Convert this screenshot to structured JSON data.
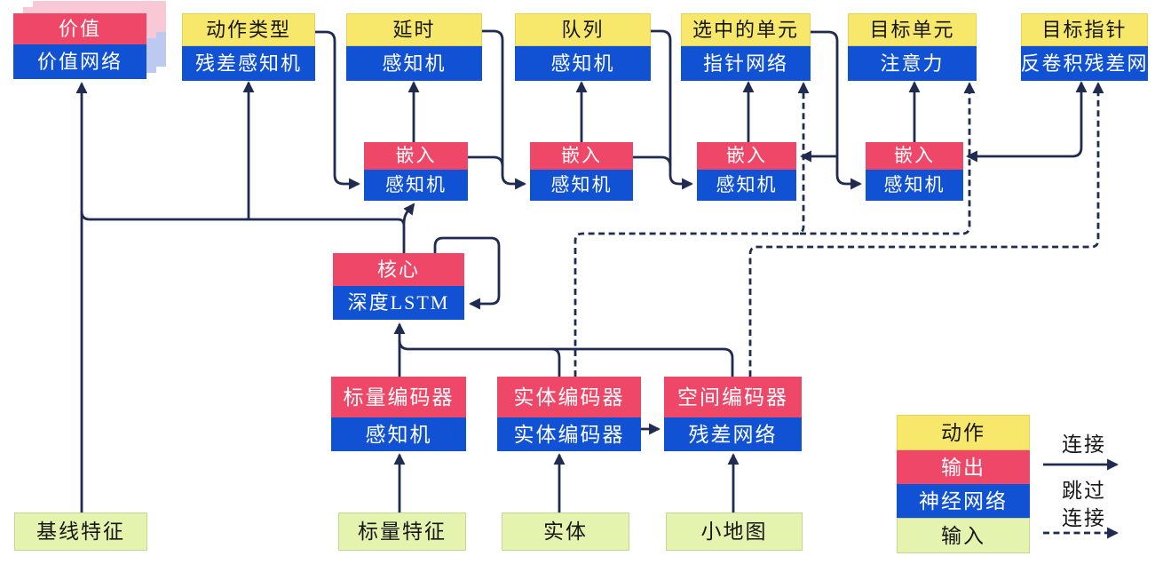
{
  "boxes": {
    "value": {
      "head": "价值",
      "net": "价值网络"
    },
    "action_type": {
      "head": "动作类型",
      "net": "残差感知机"
    },
    "delay": {
      "head": "延时",
      "net": "感知机"
    },
    "queue": {
      "head": "队列",
      "net": "感知机"
    },
    "selected_units": {
      "head": "选中的单元",
      "net": "指针网络"
    },
    "target_unit": {
      "head": "目标单元",
      "net": "注意力"
    },
    "target_pointer": {
      "head": "目标指针",
      "net": "反卷积残差网"
    },
    "embed1": {
      "head": "嵌入",
      "net": "感知机"
    },
    "embed2": {
      "head": "嵌入",
      "net": "感知机"
    },
    "embed3": {
      "head": "嵌入",
      "net": "感知机"
    },
    "embed4": {
      "head": "嵌入",
      "net": "感知机"
    },
    "core": {
      "head": "核心",
      "net": "深度LSTM"
    },
    "scalar_encoder": {
      "head": "标量编码器",
      "net": "感知机"
    },
    "entity_encoder": {
      "head": "实体编码器",
      "net": "实体编码器"
    },
    "spatial_encoder": {
      "head": "空间编码器",
      "net": "残差网络"
    }
  },
  "inputs": {
    "baseline": "基线特征",
    "scalar": "标量特征",
    "entity": "实体",
    "minimap": "小地图"
  },
  "legend": {
    "action": "动作",
    "output": "输出",
    "network": "神经网络",
    "input": "输入",
    "connection": "连接",
    "skip_line1": "跳过",
    "skip_line2": "连接"
  },
  "colors": {
    "action_yellow": "#f7e76a",
    "output_pink": "#ee4767",
    "network_blue": "#1152d4",
    "input_green": "#e4f3ae",
    "wire_navy": "#1f2b50",
    "stack_pink": "#f8c8d6",
    "stack_blue": "#bcc9f0"
  }
}
